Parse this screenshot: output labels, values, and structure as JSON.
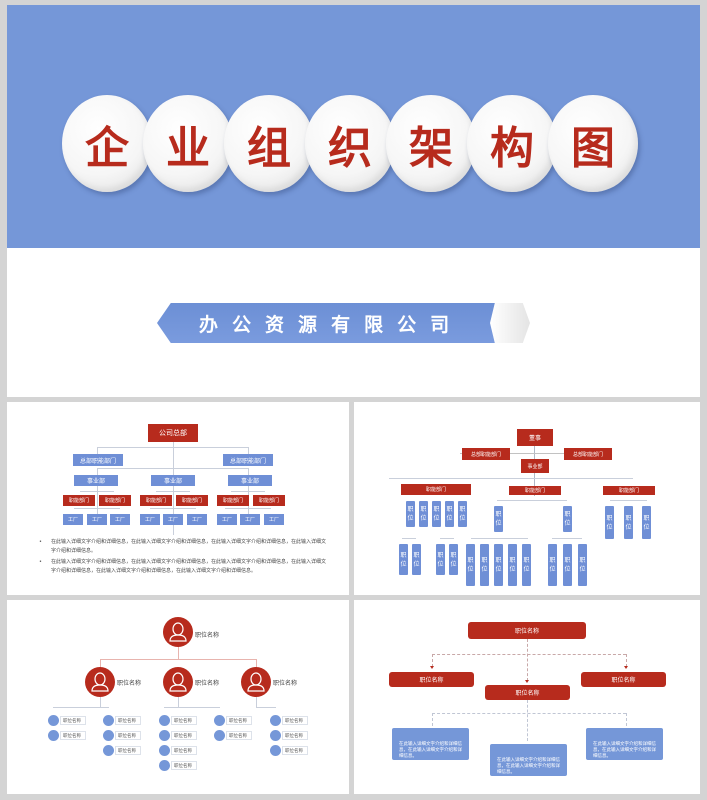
{
  "main_slide": {
    "title_chars": [
      "企",
      "业",
      "组",
      "织",
      "架",
      "构",
      "图"
    ],
    "subtitle_chars": [
      "办",
      "公",
      "资",
      "源",
      "有",
      "限",
      "公",
      "司"
    ],
    "colors": {
      "band": "#7597d8",
      "title_text": "#b72b1d",
      "ribbon": "#7597d8"
    }
  },
  "slide_1": {
    "root": "公司总部",
    "side_depts": [
      "总部职能部门",
      "总部职能部门"
    ],
    "divisions": [
      {
        "name": "事业部",
        "depts": [
          "职能部门",
          "职能部门"
        ],
        "factories": [
          "工厂",
          "工厂",
          "工厂"
        ]
      },
      {
        "name": "事业部",
        "depts": [
          "职能部门",
          "职能部门"
        ],
        "factories": [
          "工厂",
          "工厂",
          "工厂"
        ]
      },
      {
        "name": "事业部",
        "depts": [
          "职能部门",
          "职能部门"
        ],
        "factories": [
          "工厂",
          "工厂",
          "工厂"
        ]
      }
    ],
    "bullets": [
      "在此输入详细文字介绍和详细信息，在此输入详细文字介绍和详细信息，在此输入详细文字介绍和详细信息，在此输入详细文字介绍和详细信息。",
      "在此输入详细文字介绍和详细信息，在此输入详细文字介绍和详细信息，在此输入详细文字介绍和详细信息，在此输入详细文字介绍和详细信息，在此输入详细文字介绍和详细信息，在此输入详细文字介绍和详细信息。"
    ]
  },
  "slide_2": {
    "root": "董事",
    "side_depts": [
      "总部职能部门",
      "总部职能部门"
    ],
    "division": "事业部",
    "func_depts": [
      "职能部门",
      "职能部门",
      "职能部门"
    ],
    "position_label": "职位"
  },
  "slide_3": {
    "root_label": "职位名称",
    "mid_labels": [
      "职位名称",
      "职位名称",
      "职位名称"
    ],
    "leaf_label": "职位名称"
  },
  "slide_4": {
    "root": "职位名称",
    "level2": [
      "职位名称",
      "职位名称",
      "职位名称"
    ],
    "info_text": "在此输入详细文字介绍和详细信息，在此输入详细文字介绍和详细信息。"
  }
}
